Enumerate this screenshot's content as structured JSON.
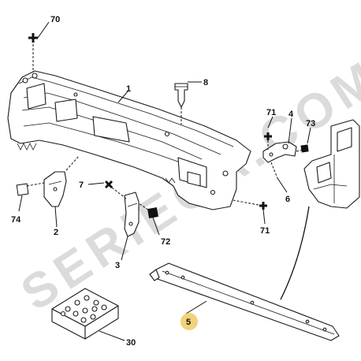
{
  "diagram": {
    "watermark": "SERIEGA.COM",
    "highlight_color": "#f2d27a",
    "callouts": {
      "c70": "70",
      "c8": "8",
      "c1": "1",
      "c71a": "71",
      "c4": "4",
      "c73": "73",
      "c7": "7",
      "c6": "6",
      "c74": "74",
      "c2": "2",
      "c72": "72",
      "c71b": "71",
      "c3": "3",
      "c5": "5",
      "c30": "30"
    }
  }
}
